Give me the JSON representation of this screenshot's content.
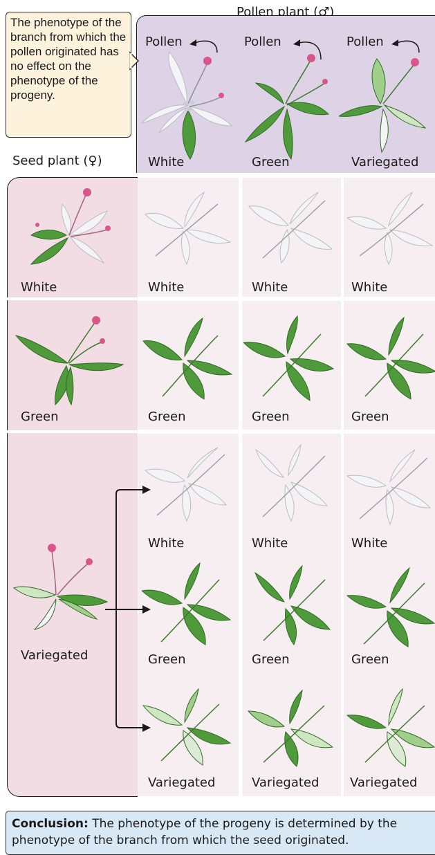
{
  "pollen_header": "Pollen plant (♂)",
  "seed_header": "Seed plant (♀)",
  "callout_text": "The phenotype of the  branch from which the pollen originated has no effect on the phenotype of the progeny.",
  "pollen_label": "Pollen",
  "pollen_plants": [
    "White",
    "Green",
    "Variegated"
  ],
  "seed_plants": [
    "White",
    "Green",
    "Variegated"
  ],
  "progeny": {
    "white_row": [
      "White",
      "White",
      "White"
    ],
    "green_row": [
      "Green",
      "Green",
      "Green"
    ],
    "variegated_rows": [
      [
        "White",
        "White",
        "White"
      ],
      [
        "Green",
        "Green",
        "Green"
      ],
      [
        "Variegated",
        "Variegated",
        "Variegated"
      ]
    ]
  },
  "conclusion_heading": "Conclusion:",
  "conclusion_text": " The phenotype of the progeny is determined by the phenotype of the branch from which the seed originated.",
  "colors": {
    "pollen_band": "#ddd2e6",
    "seed_band": "#f3dde4",
    "callout": "#fdf2dc",
    "conclusion": "#d9e8f5",
    "white_leaf": "#f4f4f6",
    "green_leaf": "#4f9a3a",
    "flower": "#d9558a"
  }
}
